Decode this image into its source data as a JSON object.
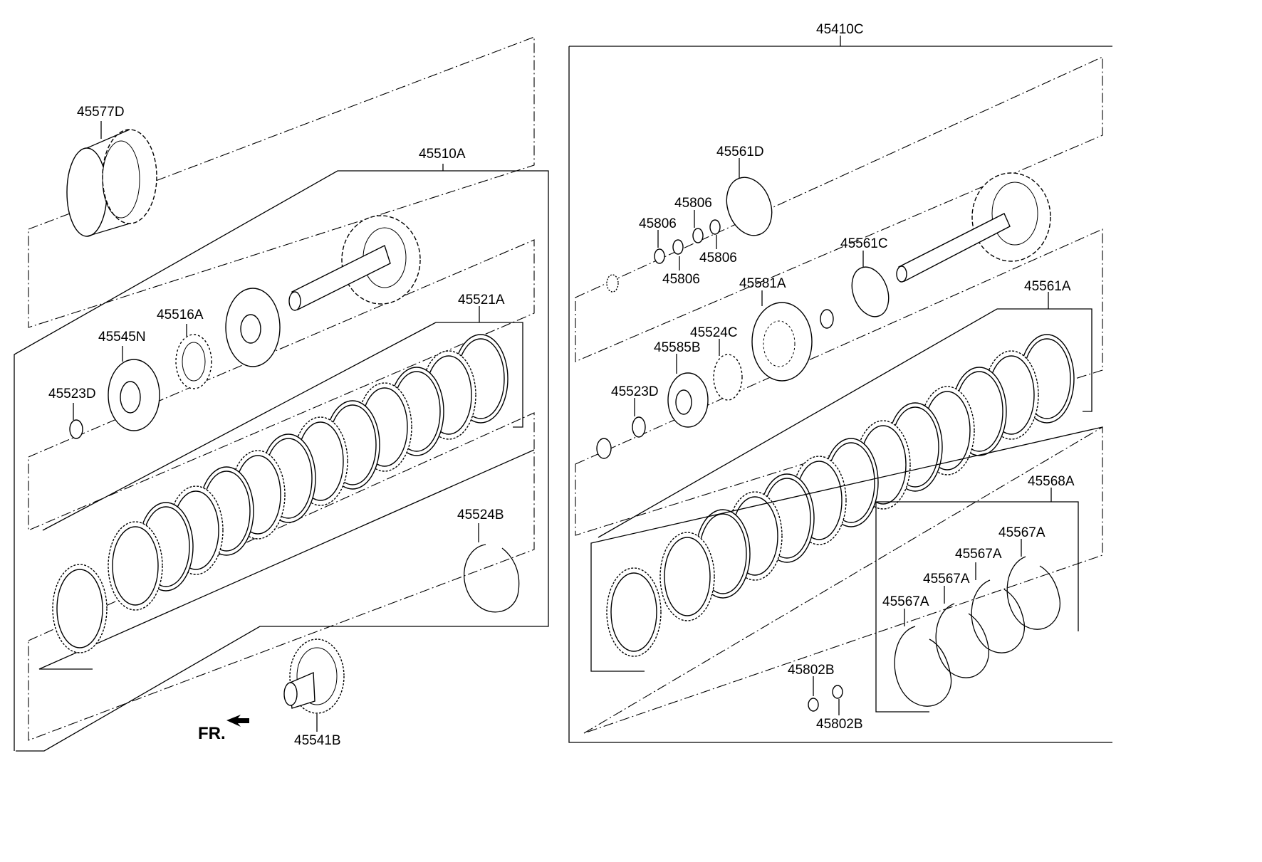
{
  "left_group": {
    "labels": {
      "p45577D": "45577D",
      "p45510A": "45510A",
      "p45516A": "45516A",
      "p45545N": "45545N",
      "p45523D": "45523D",
      "p45521A": "45521A",
      "p45524B": "45524B",
      "p45541B": "45541B"
    },
    "direction_label": "FR."
  },
  "right_group": {
    "labels": {
      "p45410C": "45410C",
      "p45561D": "45561D",
      "p45806a": "45806",
      "p45806b": "45806",
      "p45806c": "45806",
      "p45806d": "45806",
      "p45561C": "45561C",
      "p45581A": "45581A",
      "p45524C": "45524C",
      "p45585B": "45585B",
      "p45523D": "45523D",
      "p45561A": "45561A",
      "p45568A": "45568A",
      "p45567A_1": "45567A",
      "p45567A_2": "45567A",
      "p45567A_3": "45567A",
      "p45567A_4": "45567A",
      "p45802B_1": "45802B",
      "p45802B_2": "45802B"
    }
  }
}
